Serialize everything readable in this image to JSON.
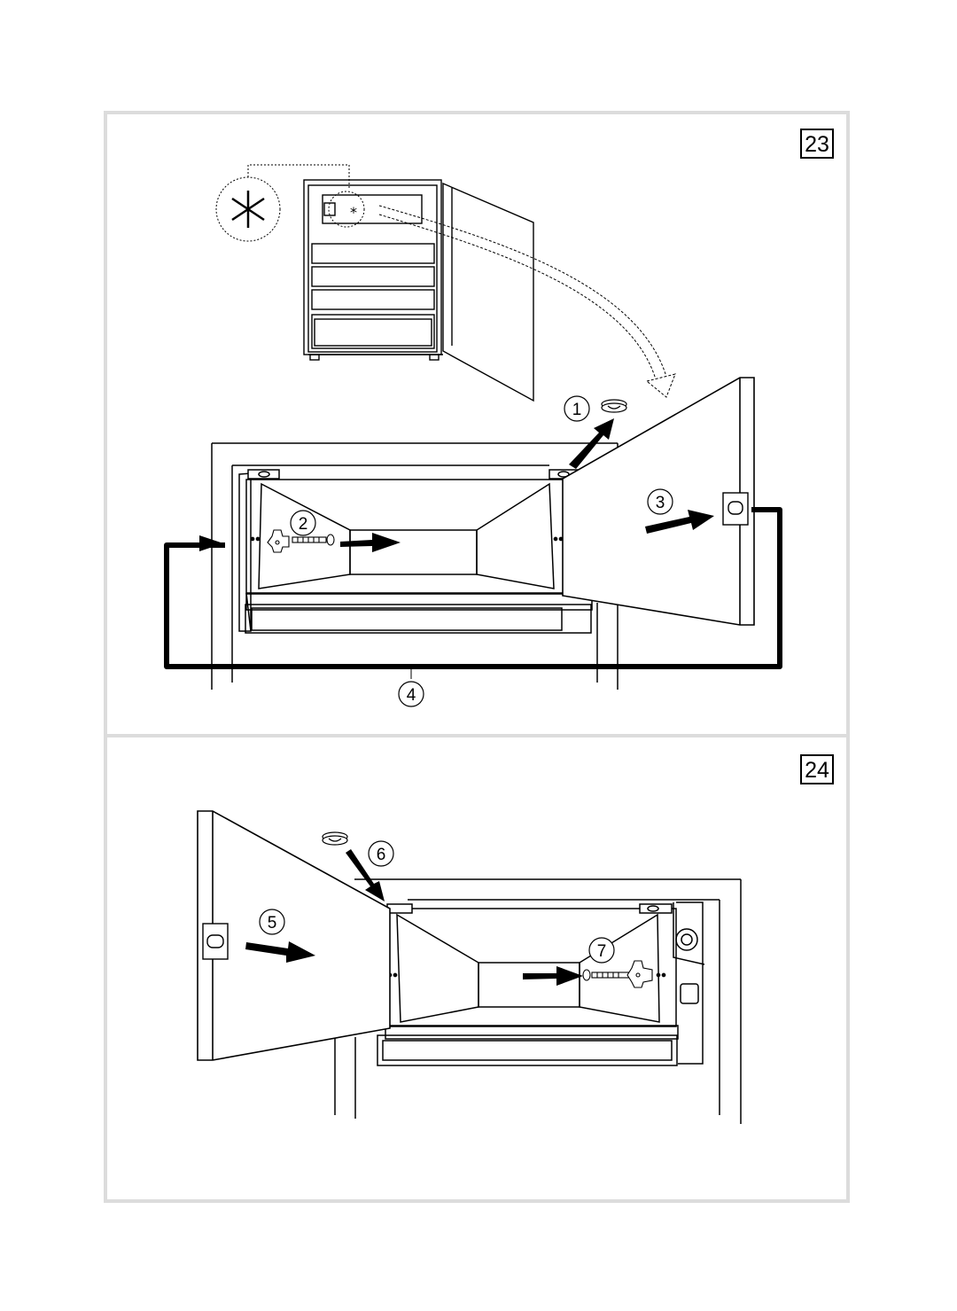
{
  "figures": [
    {
      "number": "23",
      "steps": [
        "1",
        "2",
        "3",
        "4"
      ],
      "symbol": "freezer-star-symbol"
    },
    {
      "number": "24",
      "steps": [
        "5",
        "6",
        "7"
      ]
    }
  ]
}
